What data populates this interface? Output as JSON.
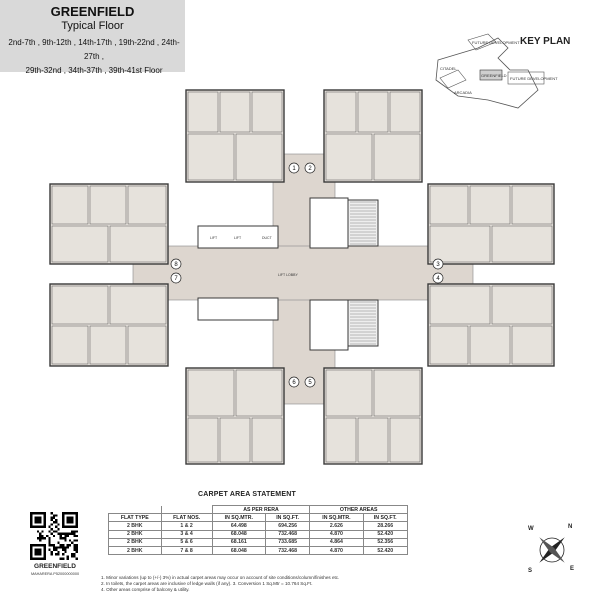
{
  "header": {
    "title": "GREENFIELD",
    "subtitle": "Typical Floor",
    "floors_line1": "2nd-7th , 9th-12th , 14th-17th , 19th-22nd , 24th-27th ,",
    "floors_line2": "29th-32nd , 34th-37th , 39th-41st Floor"
  },
  "keyplan": {
    "title": "KEY PLAN",
    "labels": [
      "FUTURE DEVELOPMENT",
      "CITADEL",
      "GREENFIELD",
      "FUTURE DEVELOPMENT",
      "ARCADIA"
    ]
  },
  "floorplan": {
    "flat_markers": [
      "1",
      "2",
      "3",
      "4",
      "5",
      "6",
      "7",
      "8"
    ],
    "lift_lobby_label": "LIFT LOBBY",
    "lift_label": "LIFT",
    "duct_label": "DUCT"
  },
  "carpet_area": {
    "title": "CARPET AREA STATEMENT",
    "group_headers": [
      "AS PER RERA",
      "OTHER AREAS"
    ],
    "columns": [
      "FLAT TYPE",
      "FLAT NOS.",
      "IN SQ.MTR.",
      "IN SQ.FT.",
      "IN SQ.MTR.",
      "IN SQ.FT."
    ],
    "rows": [
      [
        "2 BHK",
        "1 & 2",
        "64.498",
        "694.256",
        "2.626",
        "28.266"
      ],
      [
        "2 BHK",
        "3 & 4",
        "68.048",
        "732.468",
        "4.870",
        "52.420"
      ],
      [
        "2 BHK",
        "5 & 6",
        "68.161",
        "733.685",
        "4.864",
        "52.356"
      ],
      [
        "2 BHK",
        "7 & 8",
        "68.048",
        "732.468",
        "4.870",
        "52.420"
      ]
    ],
    "notes": [
      "1. Minor variations (up to (+/-) 3%) in actual carpet areas may occur on account of site conditions/column/finishes etc.",
      "2. In toilets, the carpet areas are inclusive of ledge walls (if any).  3. Conversion 1 Sq.Mtr = 10.764 Sq.Ft.",
      "4. Other areas comprise of balcony & utility."
    ]
  },
  "qr": {
    "caption": "GREENFIELD",
    "rera": "MAHARERA P52000000000"
  },
  "compass": {
    "n": "N",
    "e": "E",
    "s": "S",
    "w": "W"
  },
  "colors": {
    "header_bg": "#d9d9d9",
    "wall": "#3a3a3a",
    "flooring": "#e6e2dc",
    "corridor": "#ddd6cf"
  }
}
